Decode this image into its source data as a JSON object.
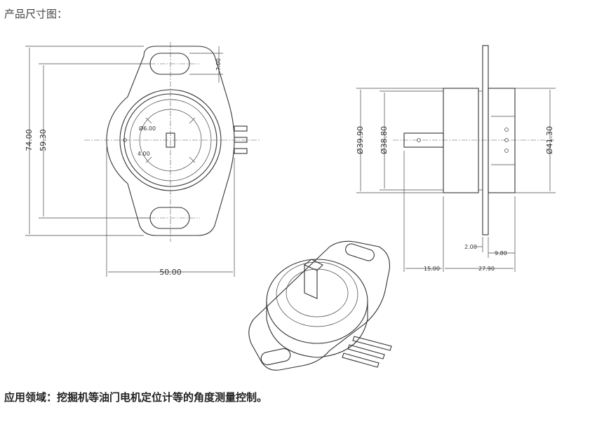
{
  "heading": "产品尺寸图：",
  "caption": "应用领域：挖掘机等油门电机定位计等的角度测量控制。",
  "front_view": {
    "dim_overall_height": "74.00",
    "dim_hole_spacing": "59.30",
    "dim_width": "50.00",
    "dim_slot": "7.00",
    "dim_shaft_dia": "Ø6.00",
    "dim_flat": "4.00"
  },
  "side_view": {
    "dim_dia_a": "Ø39.90",
    "dim_dia_b": "Ø38.80",
    "dim_dia_c": "Ø41.30",
    "dim_flange": "2.00",
    "dim_body_rear": "9.80",
    "dim_shaft_len": "15.00",
    "dim_body_len": "27.90"
  }
}
